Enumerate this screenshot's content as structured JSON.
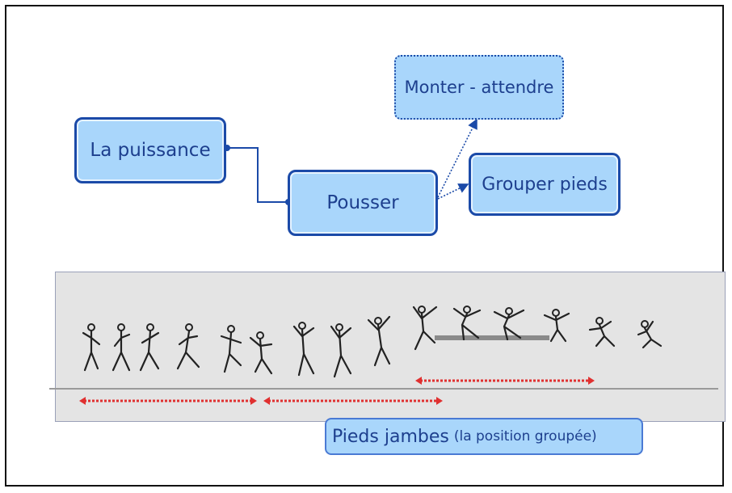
{
  "nodes": {
    "puissance": "La puissance",
    "pousser": "Pousser",
    "monter": "Monter - attendre",
    "grouper": "Grouper pieds"
  },
  "caption": {
    "main": "Pieds jambes",
    "sub": "(la position groupée)"
  },
  "colors": {
    "node_fill": "#a9d6fb",
    "node_border": "#1b4aa8",
    "text": "#1d3f8e",
    "panel": "#e4e4e4",
    "arrows": "#e03030",
    "bar": "#8a8a8a"
  },
  "icons": [
    "stick-figure-icon"
  ]
}
